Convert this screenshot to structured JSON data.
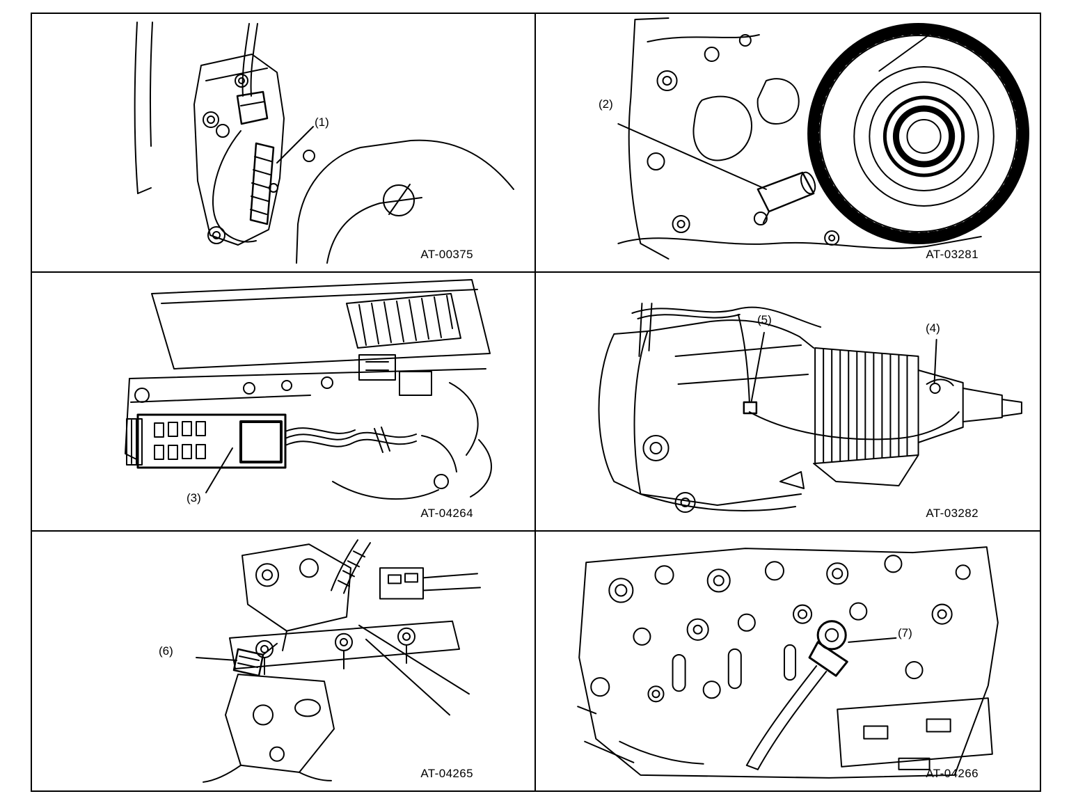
{
  "page": {
    "background": "#ffffff",
    "line_color": "#000000"
  },
  "panels": [
    {
      "figure_code": "AT-00375",
      "callouts": [
        {
          "label": "(1)"
        }
      ]
    },
    {
      "figure_code": "AT-03281",
      "callouts": [
        {
          "label": "(2)"
        }
      ]
    },
    {
      "figure_code": "AT-04264",
      "callouts": [
        {
          "label": "(3)"
        }
      ]
    },
    {
      "figure_code": "AT-03282",
      "callouts": [
        {
          "label": "(5)"
        },
        {
          "label": "(4)"
        }
      ]
    },
    {
      "figure_code": "AT-04265",
      "callouts": [
        {
          "label": "(6)"
        }
      ]
    },
    {
      "figure_code": "AT-04266",
      "callouts": [
        {
          "label": "(7)"
        }
      ]
    }
  ]
}
